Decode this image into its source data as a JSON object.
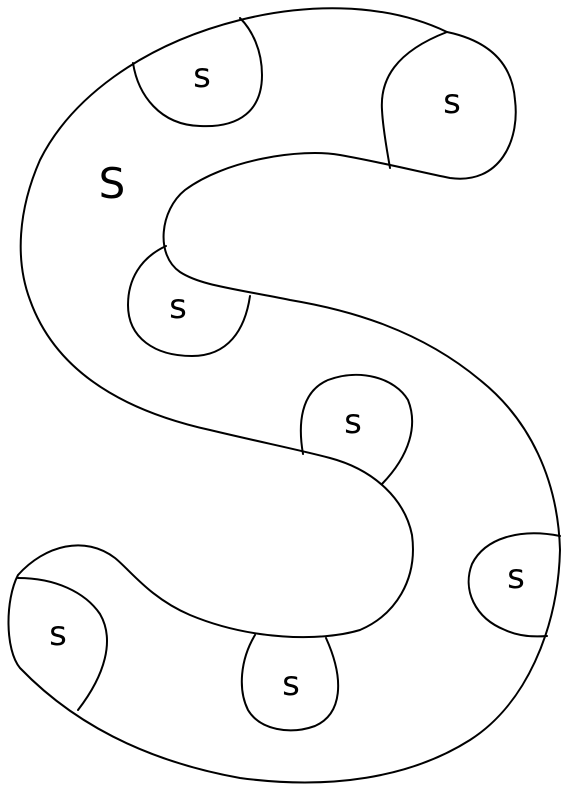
{
  "big_letter": "S",
  "bumps": [
    {
      "id": "top-left",
      "text": "s"
    },
    {
      "id": "top-right",
      "text": "s"
    },
    {
      "id": "middle-left",
      "text": "s"
    },
    {
      "id": "middle-right",
      "text": "s"
    },
    {
      "id": "right-edge",
      "text": "s"
    },
    {
      "id": "bottom-left",
      "text": "s"
    },
    {
      "id": "bottom-middle",
      "text": "s"
    }
  ],
  "colors": {
    "line": "#000000",
    "background": "#ffffff"
  }
}
